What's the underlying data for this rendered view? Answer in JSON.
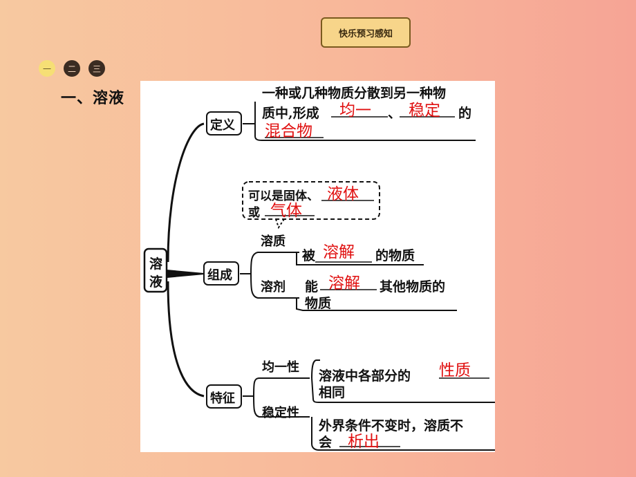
{
  "header": {
    "badge": "快乐预习感知"
  },
  "steps": [
    "一",
    "二",
    "三"
  ],
  "section_title": "一、溶液",
  "diagram": {
    "root": "溶液",
    "root_chars": [
      "溶",
      "液"
    ],
    "definition": {
      "node": "定义",
      "line1": "一种或几种物质分散到另一种物",
      "line2_prefix": "质中,形成",
      "sep": "、",
      "line2_suffix": "的",
      "ans1": "均一",
      "ans2": "稳定",
      "ans3": "混合物"
    },
    "composition": {
      "node": "组成",
      "note_line1": "可以是固体、",
      "note_ans1": "液体",
      "note_line2": "或",
      "note_ans2": "气体",
      "solute_label": "溶质",
      "solute_prefix": "被",
      "solute_ans": "溶解",
      "solute_suffix": "的物质",
      "solvent_label": "溶剂",
      "solvent_prefix": "能",
      "solvent_ans": "溶解",
      "solvent_suffix": "其他物质的",
      "solvent_line2": "物质"
    },
    "features": {
      "node": "特征",
      "uniform_label": "均一性",
      "uniform_text1": "溶液中各部分的",
      "uniform_ans": "性质",
      "uniform_text2": "相同",
      "stable_label": "稳定性",
      "stable_text1": "外界条件不变时，溶质不",
      "stable_prefix": "会",
      "stable_ans": "析出"
    }
  }
}
